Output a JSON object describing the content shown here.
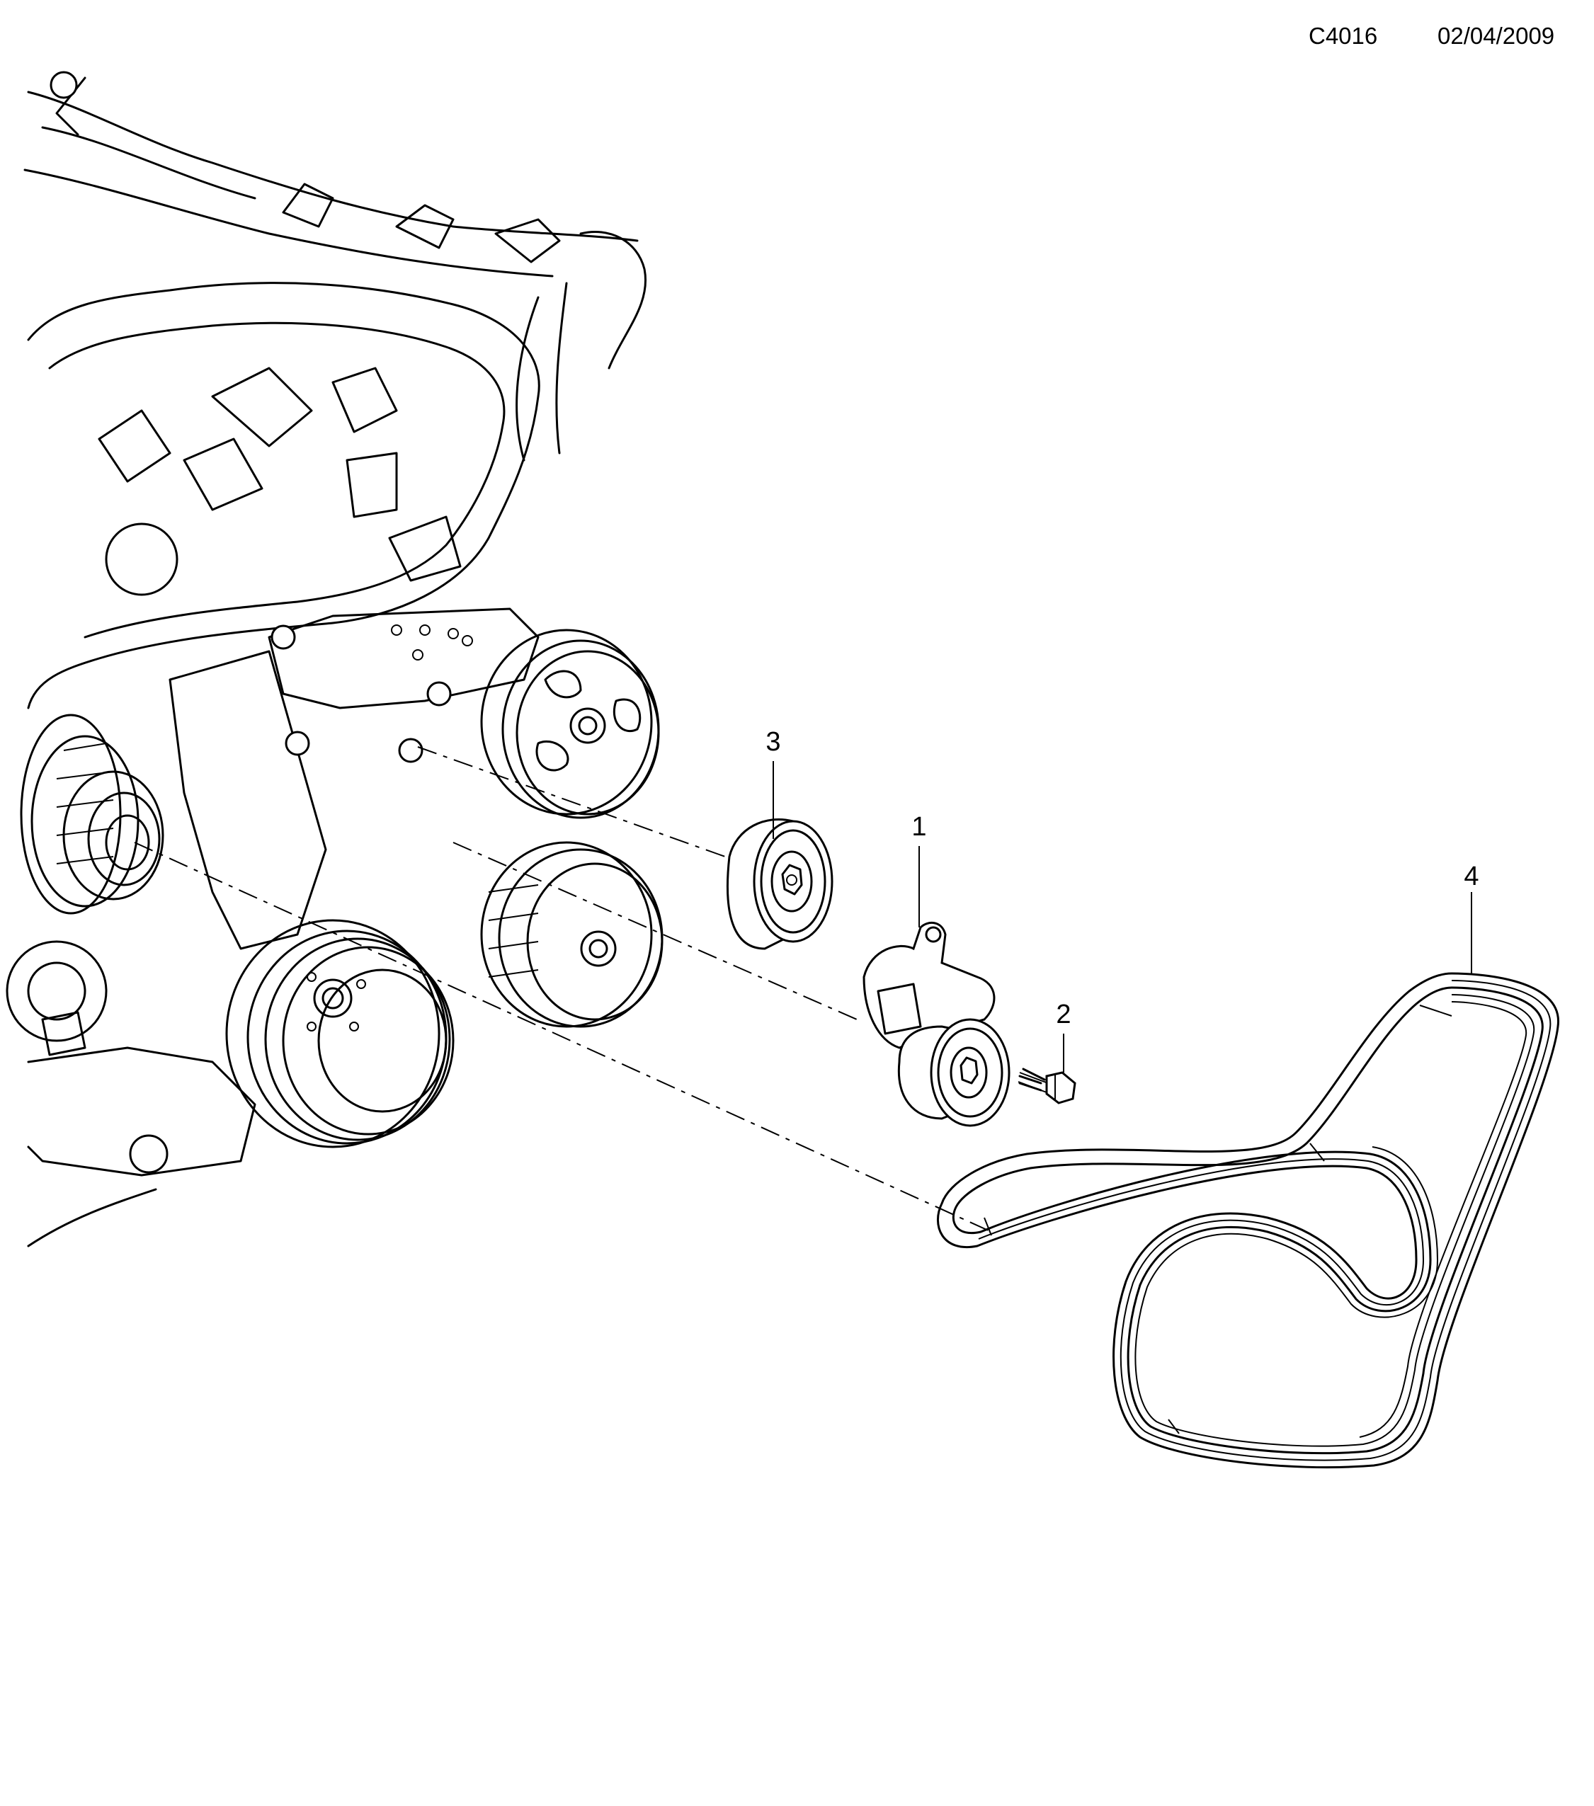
{
  "header": {
    "code": "C4016",
    "date": "02/04/2009"
  },
  "callouts": [
    {
      "id": "1",
      "label": "1"
    },
    {
      "id": "2",
      "label": "2"
    },
    {
      "id": "3",
      "label": "3"
    },
    {
      "id": "4",
      "label": "4"
    }
  ],
  "colors": {
    "line": "#000000",
    "background": "#ffffff"
  }
}
